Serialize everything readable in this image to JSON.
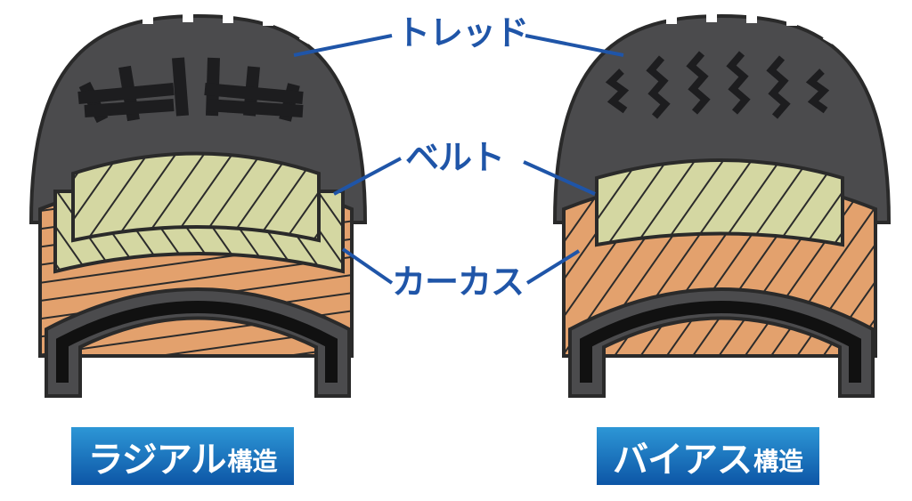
{
  "labels": {
    "tread": "トレッド",
    "belt": "ベルト",
    "carcass": "カーカス"
  },
  "captions": [
    {
      "main": "ラジアル",
      "suffix": "構造"
    },
    {
      "main": "バイアス",
      "suffix": "構造"
    }
  ],
  "colors": {
    "rubber": "#4b4b4d",
    "belt": "#d4d7a2",
    "carcass": "#e3a16d",
    "label": "#1f55a8",
    "caption": "#1a72be"
  }
}
